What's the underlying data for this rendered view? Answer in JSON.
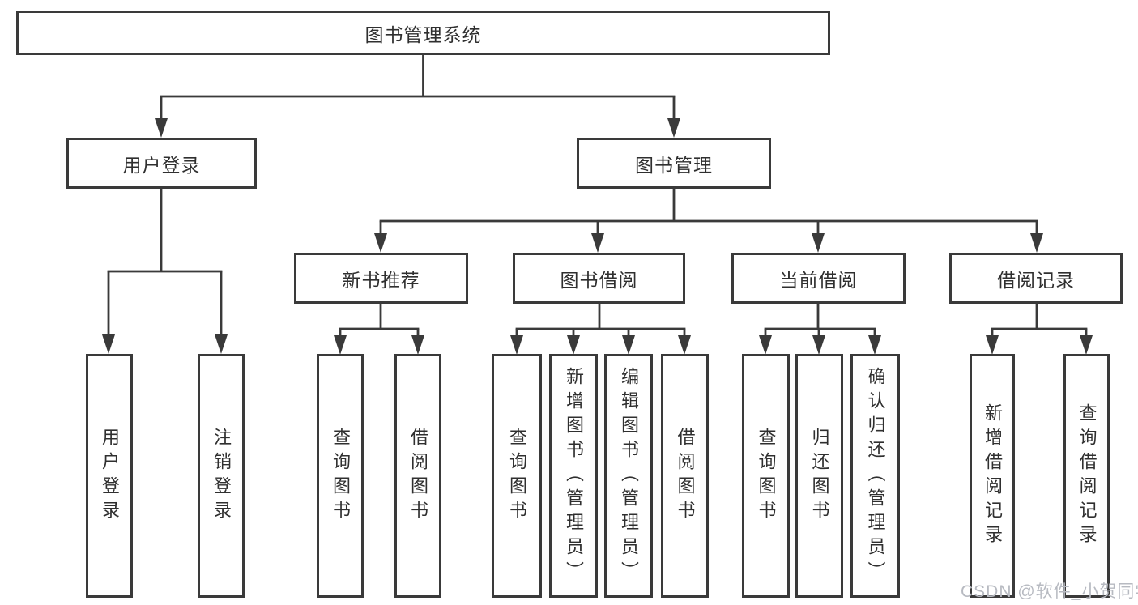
{
  "nodes": {
    "root": {
      "label": "图书管理系统"
    },
    "user_login": {
      "label": "用户登录"
    },
    "book_mgmt": {
      "label": "图书管理"
    },
    "l3": [
      {
        "label": "新书推荐"
      },
      {
        "label": "图书借阅"
      },
      {
        "label": "当前借阅"
      },
      {
        "label": "借阅记录"
      }
    ],
    "leaves_user": [
      {
        "label": "用户登录"
      },
      {
        "label": "注销登录"
      }
    ],
    "leaves_newbook": [
      {
        "label": "查询图书"
      },
      {
        "label": "借阅图书"
      }
    ],
    "leaves_borrow": [
      {
        "label": "查询图书"
      },
      {
        "label": "新增图书（管理员）"
      },
      {
        "label": "编辑图书（管理员）"
      },
      {
        "label": "借阅图书"
      }
    ],
    "leaves_current": [
      {
        "label": "查询图书"
      },
      {
        "label": "归还图书"
      },
      {
        "label": "确认归还（管理员）"
      }
    ],
    "leaves_records": [
      {
        "label": "新增借阅记录"
      },
      {
        "label": "查询借阅记录"
      }
    ]
  },
  "watermark": {
    "text": "CSDN @软件_小贺同学"
  },
  "colors": {
    "line": "#3a3a3a",
    "background": "#ffffff",
    "node_fill": "#ffffff",
    "text": "#2f2f2f",
    "watermark": "#b7bac1"
  }
}
